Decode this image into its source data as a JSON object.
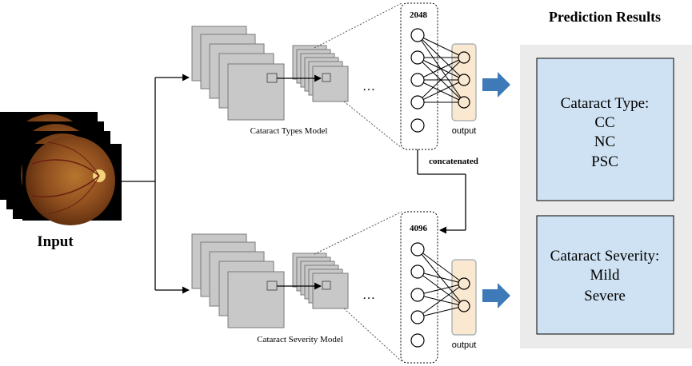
{
  "input": {
    "label": "Input"
  },
  "models": {
    "types": {
      "caption": "Cataract Types Model",
      "feature_count": "2048",
      "output_label": "output"
    },
    "severity": {
      "caption": "Cataract Severity Model",
      "feature_count": "4096",
      "output_label": "output"
    },
    "ellipsis": "…",
    "concat_label": "concatenated"
  },
  "results": {
    "title": "Prediction Results",
    "type_box": {
      "heading": "Cataract Type:",
      "items": [
        "CC",
        "NC",
        "PSC"
      ]
    },
    "severity_box": {
      "heading": "Cataract Severity:",
      "items": [
        "Mild",
        "Severe"
      ]
    }
  },
  "colors": {
    "panel_bg": "#ebebeb",
    "result_box_fill": "#cfe2f3",
    "output_fill": "#fbe8d0",
    "arrow_blue": "#3f7ab8",
    "feature_map_fill": "#c8c8c8",
    "fundus": "#8a4a1e"
  }
}
